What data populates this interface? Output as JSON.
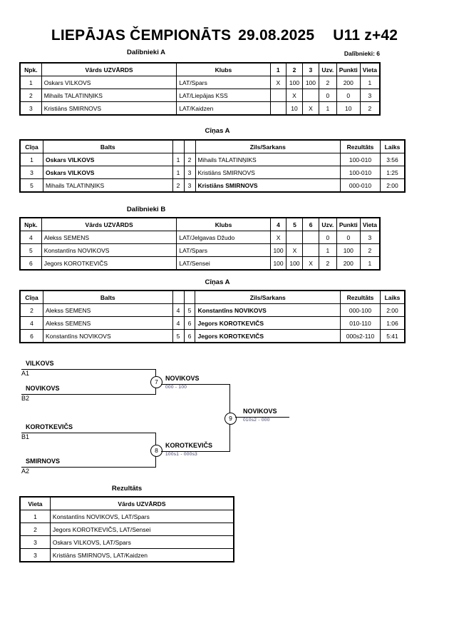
{
  "title": {
    "event": "LIEPĀJAS ČEMPIONĀTS",
    "date": "29.08.2025",
    "category": "U11 z+42"
  },
  "participants_note": "Dalībnieki: 6",
  "groups": [
    {
      "caption": "Dalībnieki A",
      "headers": [
        "Npk.",
        "Vārds UZVĀRDS",
        "Klubs",
        "1",
        "2",
        "3",
        "Uzv.",
        "Punkti",
        "Vieta"
      ],
      "rows": [
        {
          "npk": "1",
          "name": "Oskars VILKOVS",
          "club": "LAT/Spars",
          "m": [
            "X",
            "100",
            "100"
          ],
          "uzv": "2",
          "punkti": "200",
          "vieta": "1"
        },
        {
          "npk": "2",
          "name": "Mihails TALATINŅIKS",
          "club": "LAT/Liepājas KSS",
          "m": [
            "",
            "X",
            ""
          ],
          "uzv": "0",
          "punkti": "0",
          "vieta": "3"
        },
        {
          "npk": "3",
          "name": "Kristiāns SMIRNOVS",
          "club": "LAT/Kaidzen",
          "m": [
            "",
            "10",
            "X"
          ],
          "uzv": "1",
          "punkti": "10",
          "vieta": "2"
        }
      ],
      "fights_caption": "Cīņas A",
      "fights_headers": [
        "Cīņa",
        "Balts",
        "",
        "",
        "Zils/Sarkans",
        "Rezultāts",
        "Laiks"
      ],
      "fights": [
        {
          "no": "1",
          "white": "Oskars VILKOVS",
          "white_bold": true,
          "wn": "1",
          "bn": "2",
          "blue": "Mihails TALATINŅIKS",
          "blue_bold": false,
          "result": "100-010",
          "time": "3:56"
        },
        {
          "no": "3",
          "white": "Oskars VILKOVS",
          "white_bold": true,
          "wn": "1",
          "bn": "3",
          "blue": "Kristiāns SMIRNOVS",
          "blue_bold": false,
          "result": "100-010",
          "time": "1:25"
        },
        {
          "no": "5",
          "white": "Mihails TALATINŅIKS",
          "white_bold": false,
          "wn": "2",
          "bn": "3",
          "blue": "Kristiāns  SMIRNOVS",
          "blue_bold": true,
          "result": "000-010",
          "time": "2:00"
        }
      ]
    },
    {
      "caption": "Dalībnieki B",
      "headers": [
        "Npk.",
        "Vārds UZVĀRDS",
        "Klubs",
        "4",
        "5",
        "6",
        "Uzv.",
        "Punkti",
        "Vieta"
      ],
      "rows": [
        {
          "npk": "4",
          "name": "Alekss SEMENS",
          "club": "LAT/Jelgavas Džudo",
          "m": [
            "X",
            "",
            ""
          ],
          "uzv": "0",
          "punkti": "0",
          "vieta": "3"
        },
        {
          "npk": "5",
          "name": "Konstantīns NOVIKOVS",
          "club": "LAT/Spars",
          "m": [
            "100",
            "X",
            ""
          ],
          "uzv": "1",
          "punkti": "100",
          "vieta": "2"
        },
        {
          "npk": "6",
          "name": "Jegors KOROTKEVIČS",
          "club": "LAT/Sensei",
          "m": [
            "100",
            "100",
            "X"
          ],
          "uzv": "2",
          "punkti": "200",
          "vieta": "1"
        }
      ],
      "fights_caption": "Cīņas A",
      "fights_headers": [
        "Cīņa",
        "Balts",
        "",
        "",
        "Zils/Sarkans",
        "Rezultāts",
        "Laiks"
      ],
      "fights": [
        {
          "no": "2",
          "white": "Alekss SEMENS",
          "white_bold": false,
          "wn": "4",
          "bn": "5",
          "blue": "Konstantīns NOVIKOVS",
          "blue_bold": true,
          "result": "000-100",
          "time": "2:00"
        },
        {
          "no": "4",
          "white": "Alekss SEMENS",
          "white_bold": false,
          "wn": "4",
          "bn": "6",
          "blue": "Jegors KOROTKEVIČS",
          "blue_bold": true,
          "result": "010-110",
          "time": "1:06"
        },
        {
          "no": "6",
          "white": "Konstantīns NOVIKOVS",
          "white_bold": false,
          "wn": "5",
          "bn": "6",
          "blue": "Jegors KOROTKEVIČS",
          "blue_bold": true,
          "result": "000s2-110",
          "time": "5:41"
        }
      ]
    }
  ],
  "bracket": {
    "entries": [
      {
        "name": "VILKOVS",
        "seed": "A1"
      },
      {
        "name": "NOVIKOVS",
        "seed": "B2"
      },
      {
        "name": "KOROTKEVIČS",
        "seed": "B1"
      },
      {
        "name": "SMIRNOVS",
        "seed": "A2"
      }
    ],
    "matches": [
      {
        "no": "7",
        "winner": "NOVIKOVS",
        "score": "000 - 100"
      },
      {
        "no": "8",
        "winner": "KOROTKEVIČS",
        "score": "100s1 - 000s3"
      },
      {
        "no": "9",
        "winner": "NOVIKOVS",
        "score": "010s2 - 000"
      }
    ]
  },
  "results": {
    "caption": "Rezultāts",
    "headers": [
      "Vieta",
      "Vārds UZVĀRDS"
    ],
    "rows": [
      {
        "place": "1",
        "name": "Konstantīns NOVIKOVS, LAT/Spars"
      },
      {
        "place": "2",
        "name": "Jegors KOROTKEVIČS, LAT/Sensei"
      },
      {
        "place": "3",
        "name": "Oskars VILKOVS, LAT/Spars"
      },
      {
        "place": "3",
        "name": "Kristiāns SMIRNOVS, LAT/Kaidzen"
      }
    ]
  }
}
